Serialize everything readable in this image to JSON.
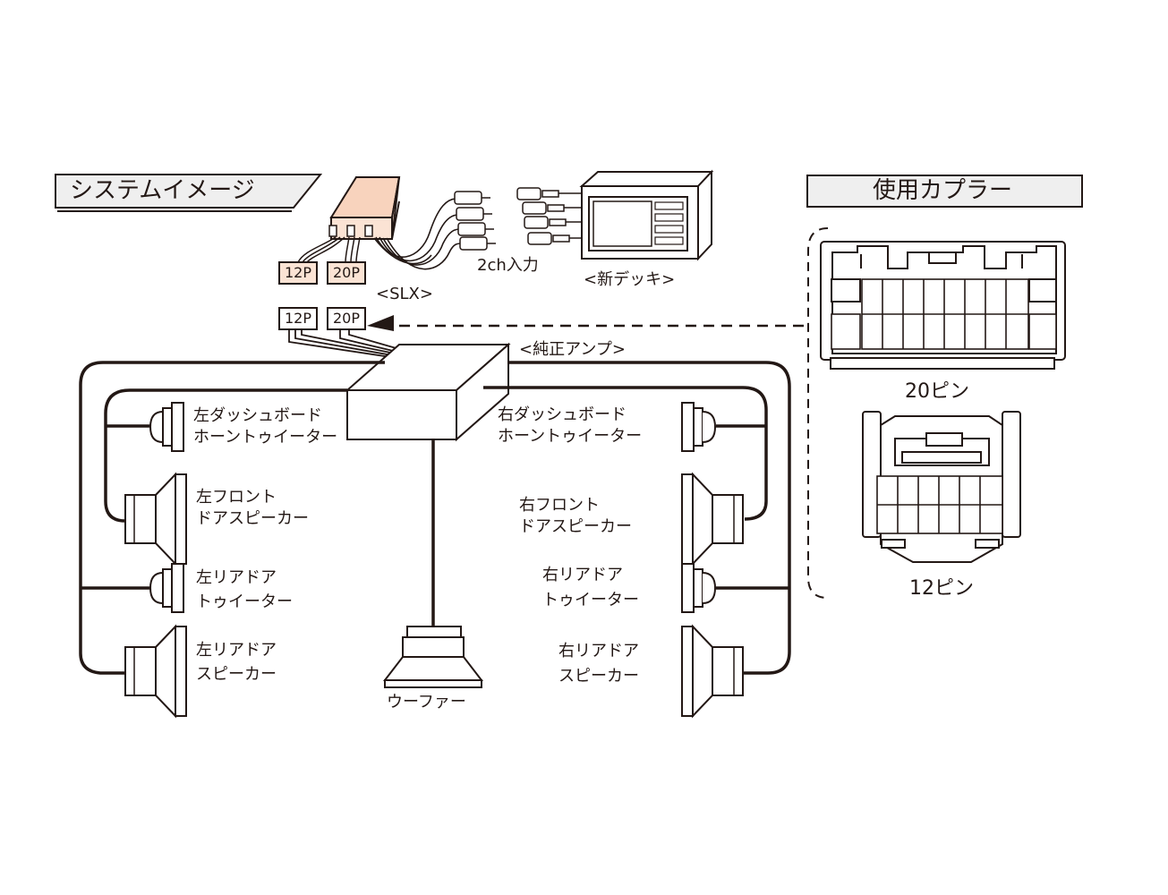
{
  "headers": {
    "system_image": "システムイメージ",
    "couplers_used": "使用カプラー"
  },
  "unit": {
    "name": "<SLX>",
    "plug_12p": "12P",
    "plug_20p": "20P",
    "factory_12p": "12P",
    "factory_20p": "20P"
  },
  "input_label": "2ch入力",
  "deck_label": "<新デッキ>",
  "amp_label": "<純正アンプ>",
  "speakers": {
    "left_dash_line1": "左ダッシュボード",
    "left_dash_line2": "ホーントゥイーター",
    "right_dash_line1": "右ダッシュボード",
    "right_dash_line2": "ホーントゥイーター",
    "left_front_line1": "左フロント",
    "left_front_line2": "ドアスピーカー",
    "right_front_line1": "右フロント",
    "right_front_line2": "ドアスピーカー",
    "left_rear_tw_line1": "左リアドア",
    "left_rear_tw_line2": "トゥイーター",
    "right_rear_tw_line1": "右リアドア",
    "right_rear_tw_line2": "トゥイーター",
    "left_rear_sp_line1": "左リアドア",
    "left_rear_sp_line2": "スピーカー",
    "right_rear_sp_line1": "右リアドア",
    "right_rear_sp_line2": "スピーカー",
    "woofer": "ウーファー"
  },
  "couplers": {
    "pin20": "20ピン",
    "pin12": "12ピン"
  },
  "colors": {
    "line": "#231815",
    "unit_fill": "#fbe3d4",
    "unit_top": "#f8d3bd"
  }
}
